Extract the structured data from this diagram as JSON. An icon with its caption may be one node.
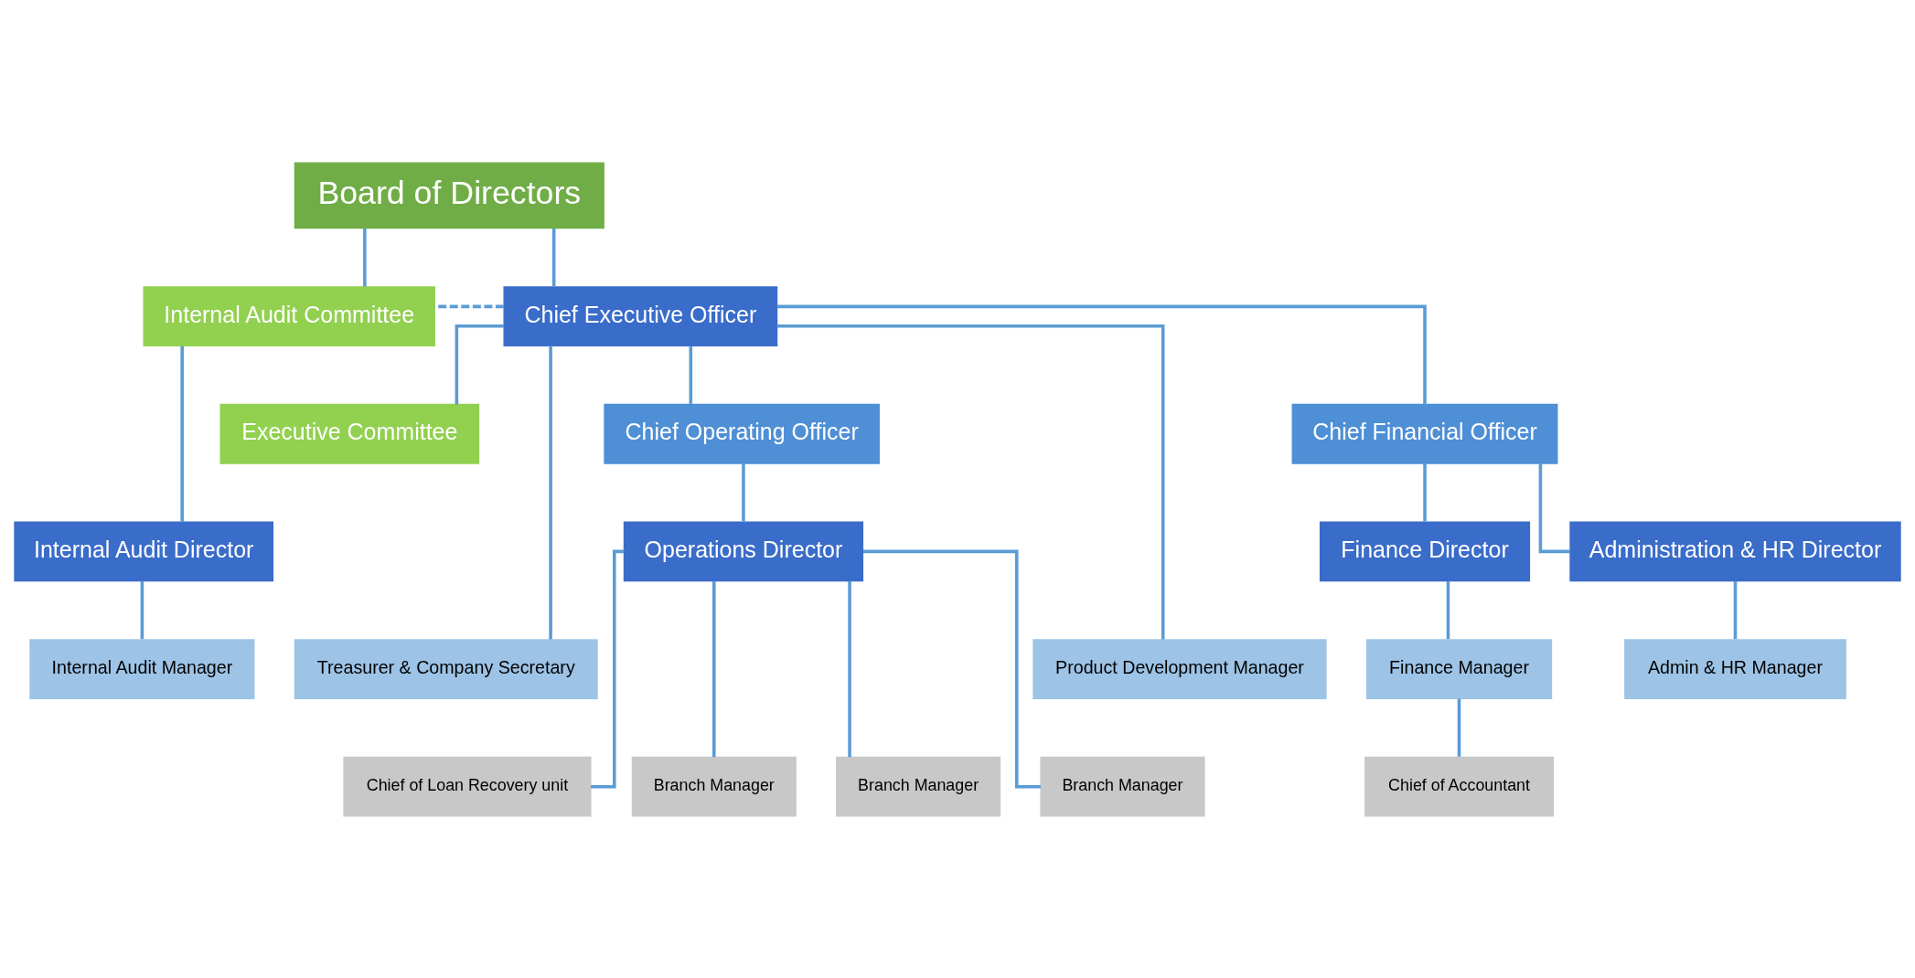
{
  "diagram": {
    "nodes": [
      {
        "text": [
          "Board of Directors"
        ]
      },
      {
        "text": [
          "Internal Audit Committee"
        ]
      },
      {
        "text": [
          "Chief Executive Officer"
        ]
      },
      {
        "text": [
          "Executive Committee"
        ]
      },
      {
        "text": [
          "Treasurer & Company Secretary"
        ]
      },
      {
        "text": [
          "Chief Operating Officer"
        ]
      },
      {
        "text": [
          "Product Development Manager"
        ]
      },
      {
        "text": [
          "Chief Financial Officer"
        ]
      },
      {
        "text": [
          "Operations Director"
        ]
      },
      {
        "text": [
          "Finance Director"
        ]
      },
      {
        "text": [
          "Administration & HR Director"
        ]
      },
      {
        "text": [
          "Internal Audit Director"
        ]
      },
      {
        "text": [
          "Finance Manager"
        ]
      },
      {
        "text": [
          "Admin & HR Manager"
        ]
      },
      {
        "text": [
          "Internal Audit Manager"
        ]
      },
      {
        "text": [
          "Chief of Loan Recovery unit"
        ]
      },
      {
        "text": [
          "Branch Manager"
        ]
      },
      {
        "text": [
          "Branch Manager"
        ]
      },
      {
        "text": [
          "Branch Manager"
        ]
      },
      {
        "text": [
          "Chief of Accountant"
        ]
      }
    ],
    "edges": [
      {
        "from": 0,
        "to": 2,
        "arrow": "none"
      },
      {
        "from": 0,
        "to": 1,
        "arrow": "none"
      },
      {
        "from": 2,
        "to": 1,
        "arrow": "none",
        "style": "dashed"
      },
      {
        "from": 1,
        "to": 11,
        "arrow": "none"
      },
      {
        "from": 2,
        "to": 3,
        "arrow": "none"
      },
      {
        "from": 2,
        "to": 4,
        "arrow": "none"
      },
      {
        "from": 2,
        "to": 5,
        "arrow": "none"
      },
      {
        "from": 2,
        "to": 6,
        "arrow": "none"
      },
      {
        "from": 2,
        "to": 7,
        "arrow": "none"
      },
      {
        "from": 5,
        "to": 8,
        "arrow": "none"
      },
      {
        "from": 7,
        "to": 9,
        "arrow": "none"
      },
      {
        "from": 7,
        "to": 10,
        "arrow": "none"
      },
      {
        "from": 9,
        "to": 12,
        "arrow": "none"
      },
      {
        "from": 10,
        "to": 13,
        "arrow": "none"
      },
      {
        "from": 11,
        "to": 14,
        "arrow": "none"
      },
      {
        "from": 8,
        "to": 15,
        "arrow": "none"
      },
      {
        "from": 8,
        "to": 16,
        "arrow": "none"
      },
      {
        "from": 8,
        "to": 17,
        "arrow": "none"
      },
      {
        "from": 8,
        "to": 18,
        "arrow": "none"
      },
      {
        "from": 12,
        "to": 19,
        "arrow": "none"
      }
    ]
  }
}
